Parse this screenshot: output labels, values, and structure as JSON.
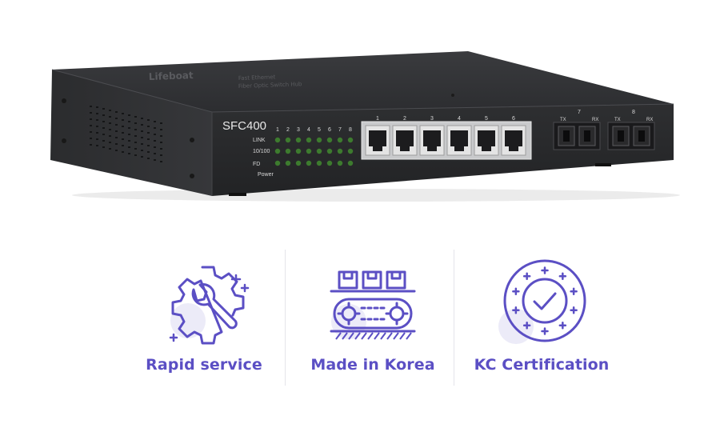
{
  "product": {
    "model": "SFC400",
    "brand_mark": "Lifeboat",
    "top_label_line1": "Fast Ethernet",
    "top_label_line2": "Fiber Optic Switch Hub",
    "led_rows": [
      "LINK",
      "10/100",
      "FD"
    ],
    "power_label": "Power",
    "led_numbers": [
      "1",
      "2",
      "3",
      "4",
      "5",
      "6",
      "7",
      "8"
    ],
    "rj45_ports": [
      "1",
      "2",
      "3",
      "4",
      "5",
      "6"
    ],
    "fiber_groups": [
      {
        "number": "7",
        "tx": "TX",
        "rx": "RX"
      },
      {
        "number": "8",
        "tx": "TX",
        "rx": "RX"
      }
    ],
    "colors": {
      "chassis": "#2a2b2d",
      "led": "#3d7b2e"
    }
  },
  "features": [
    {
      "label": "Rapid service",
      "icon": "gear-wrench-icon"
    },
    {
      "label": "Made in Korea",
      "icon": "factory-conveyor-icon"
    },
    {
      "label": "KC Certification",
      "icon": "certification-badge-icon"
    }
  ],
  "colors": {
    "accent": "#5b4fc4",
    "blob": "#ecebf8"
  }
}
